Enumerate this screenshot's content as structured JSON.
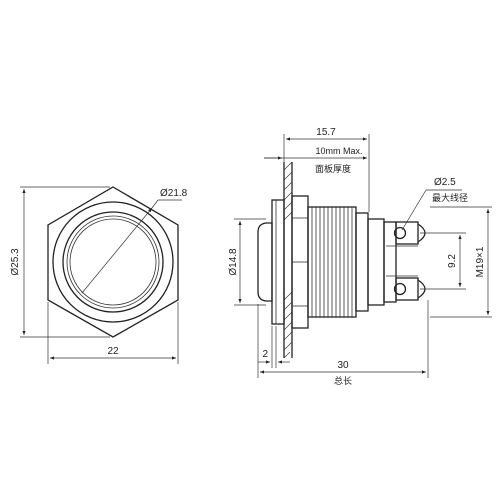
{
  "front_view": {
    "dim_hex_across_corners": "Ø25.3",
    "dim_ring_diameter": "Ø21.8",
    "dim_hex_width": "22"
  },
  "side_view": {
    "dim_button_length": "15.7",
    "dim_panel_max": "10mm  Max.",
    "label_panel_thickness": "面板厚度",
    "dim_wire_hole": "Ø2.5",
    "label_max_wire": "最大线径",
    "dim_actuator_diameter": "Ø14.8",
    "dim_terminal_pitch": "9.2",
    "dim_thread": "M19×1",
    "dim_head_thickness": "2",
    "dim_total_length": "30",
    "label_total_length": "总长"
  }
}
